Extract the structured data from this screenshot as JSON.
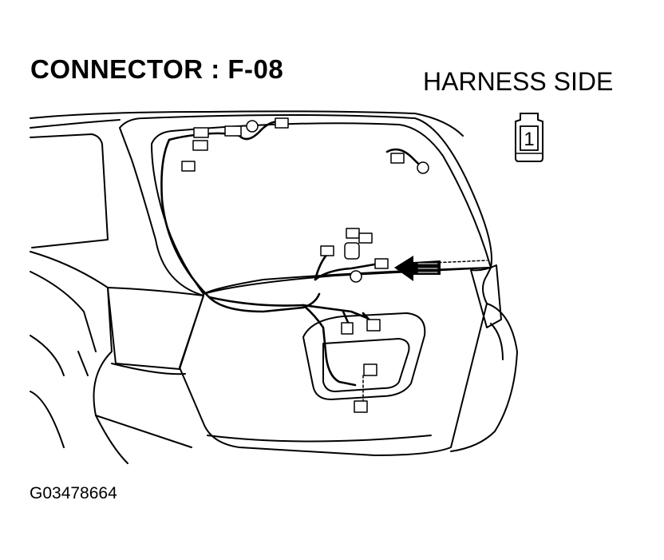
{
  "header": {
    "title": "CONNECTOR : F-08",
    "view_label": "HARNESS SIDE"
  },
  "connector_icon": {
    "pin_number": "1"
  },
  "figure_code": "G03478664"
}
